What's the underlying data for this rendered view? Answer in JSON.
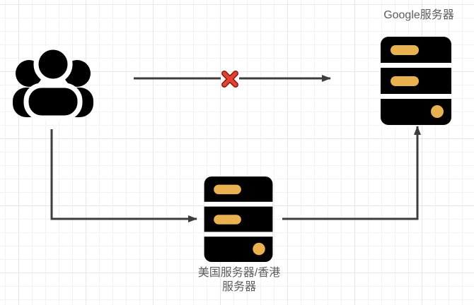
{
  "diagram": {
    "nodes": {
      "users": {
        "icon": "users-group-icon"
      },
      "google_server": {
        "label": "Google服务器",
        "icon": "server-rack-icon"
      },
      "relay_server": {
        "label_line1": "美国服务器/香港",
        "label_line2": "服务器",
        "icon": "server-rack-icon"
      }
    },
    "edges": [
      {
        "from": "users",
        "to": "google_server",
        "status": "blocked",
        "status_icon": "red-cross-icon"
      },
      {
        "from": "users",
        "to": "relay_server",
        "status": "allowed"
      },
      {
        "from": "relay_server",
        "to": "google_server",
        "status": "allowed"
      }
    ],
    "colors": {
      "background": "#ffffff",
      "grid_minor": "#f2f2f2",
      "grid_major": "#e6e6e6",
      "shape_fill": "#000000",
      "shape_accent": "#eab24f",
      "connector_line": "#3d3d3d",
      "label_text": "#5c5c5c",
      "blocked_cross": "#e8402c",
      "blocked_cross_outline": "#7e2015"
    }
  }
}
